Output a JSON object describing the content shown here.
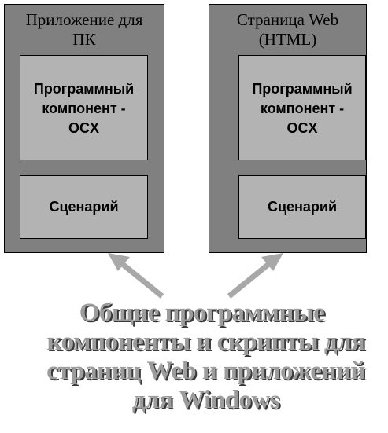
{
  "left_panel": {
    "title_line1": "Приложение для",
    "title_line2": "ПК",
    "component_line1": "Программный",
    "component_line2": "компонент -",
    "component_line3": "OCX",
    "script_label": "Сценарий"
  },
  "right_panel": {
    "title_line1": "Страница Web",
    "title_line2": "(HTML)",
    "component_line1": "Программный",
    "component_line2": "компонент -",
    "component_line3": "OCX",
    "script_label": "Сценарий"
  },
  "caption": {
    "line1": "Общие программные",
    "line2": "компоненты и скрипты для",
    "line3": "страниц Web и приложений",
    "line4": "для Windows"
  },
  "colors": {
    "panel": "#808080",
    "box": "#b3b3b3",
    "arrow": "#a8a8a8",
    "caption_text": "#9c9c9c",
    "caption_shadow": "#3a3a3a"
  }
}
